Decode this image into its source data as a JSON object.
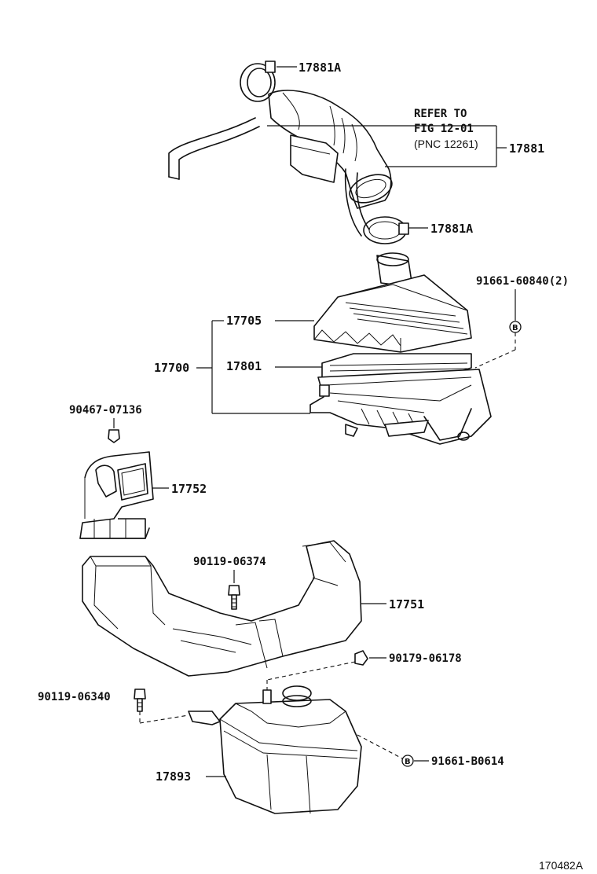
{
  "labels": {
    "p17881A_top": "17881A",
    "refer_line1": "REFER TO",
    "refer_line2": "FIG 12-01",
    "refer_line3": "(PNC 12261)",
    "p17881": "17881",
    "p17881A_bottom": "17881A",
    "p91661_60840": "91661-60840(2)",
    "p17705": "17705",
    "p17700": "17700",
    "p17801": "17801",
    "p90467_07136": "90467-07136",
    "p17752": "17752",
    "p90119_06374": "90119-06374",
    "p17751": "17751",
    "p90179_06178": "90179-06178",
    "p90119_06340": "90119-06340",
    "p17893": "17893",
    "p91661_B0614": "91661-B0614",
    "circle_b": "B",
    "figure_ref": "170482A"
  }
}
